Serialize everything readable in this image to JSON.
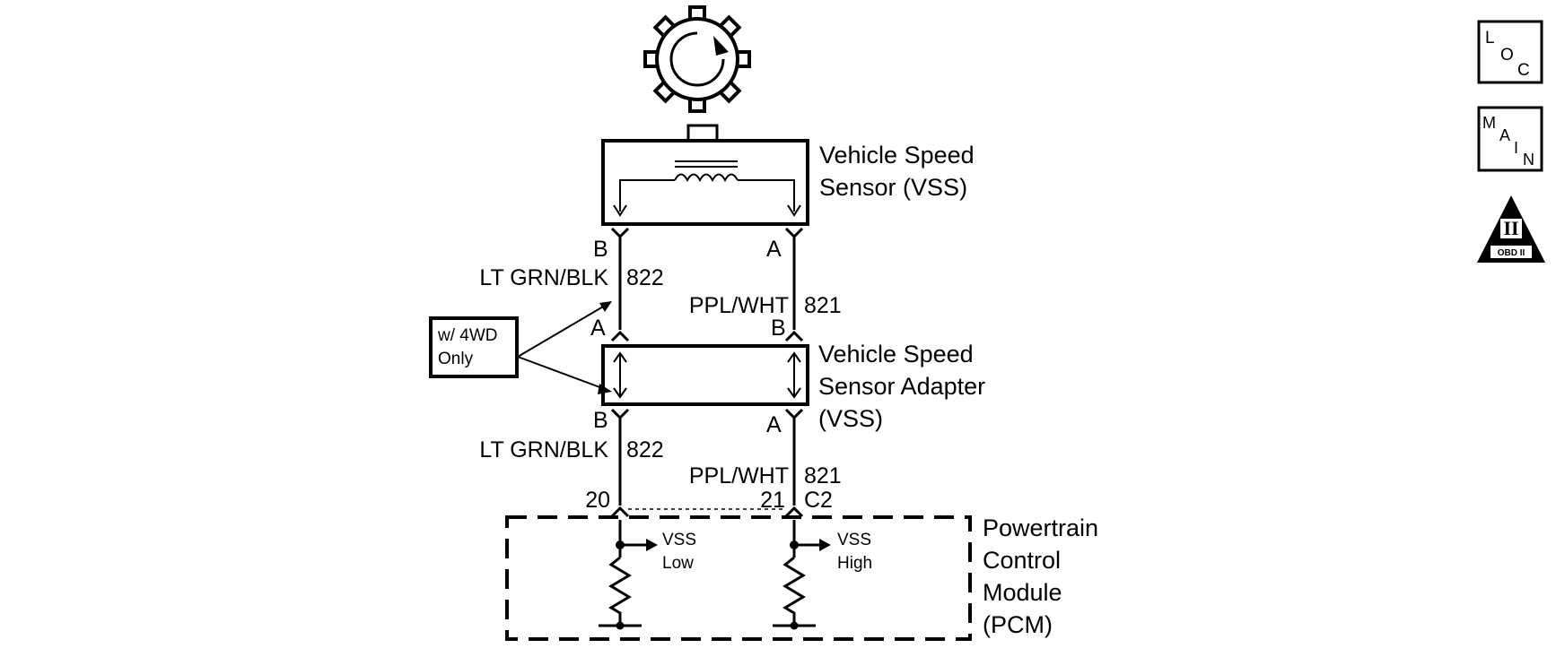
{
  "sensor": {
    "title_line1": "Vehicle Speed",
    "title_line2": "Sensor (VSS)"
  },
  "adapter": {
    "title_line1": "Vehicle Speed",
    "title_line2": "Sensor Adapter",
    "title_line3": "(VSS)"
  },
  "pcm": {
    "title_line1": "Powertrain",
    "title_line2": "Control",
    "title_line3": "Module",
    "title_line4": "(PCM)"
  },
  "upper_wires": {
    "left": {
      "color": "LT GRN/BLK",
      "circuit": "822",
      "top_pin": "B",
      "bottom_pin": "A"
    },
    "right": {
      "color": "PPL/WHT",
      "circuit": "821",
      "top_pin": "A",
      "bottom_pin": "B"
    }
  },
  "lower_wires": {
    "left": {
      "color": "LT GRN/BLK",
      "circuit": "822",
      "top_pin": "B",
      "pcm_pin": "20"
    },
    "right": {
      "color": "PPL/WHT",
      "circuit": "821",
      "top_pin": "A",
      "pcm_pin": "21"
    },
    "connector": "C2"
  },
  "option_note": {
    "line1": "w/ 4WD",
    "line2": "Only"
  },
  "pcm_inputs": {
    "low": {
      "line1": "VSS",
      "line2": "Low"
    },
    "high": {
      "line1": "VSS",
      "line2": "High"
    }
  },
  "side_icons": {
    "loc": {
      "c1": "L",
      "c2": "O",
      "c3": "C",
      "icon": "loc-icon"
    },
    "main": {
      "c1": "M",
      "c2": "A",
      "c3": "I",
      "c4": "N",
      "icon": "main-icon"
    },
    "obd": {
      "numeral": "II",
      "text": "OBD II",
      "icon": "obd-ii-icon"
    }
  }
}
